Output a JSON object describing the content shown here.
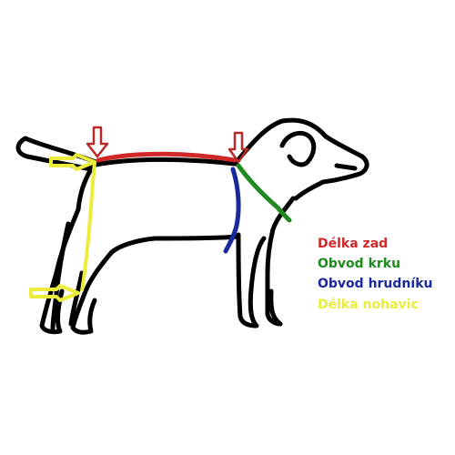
{
  "legend": [
    {
      "key": "back",
      "label": "Délka zad",
      "color": "#d02828"
    },
    {
      "key": "neck",
      "label": "Obvod krku",
      "color": "#1f8a1f"
    },
    {
      "key": "chest",
      "label": "Obvod hrudníku",
      "color": "#1a2a9c"
    },
    {
      "key": "legs",
      "label": "Délka nohavic",
      "color": "#ecec3a"
    }
  ],
  "marker_color": "#b82a2a",
  "outline_color": "#000000"
}
